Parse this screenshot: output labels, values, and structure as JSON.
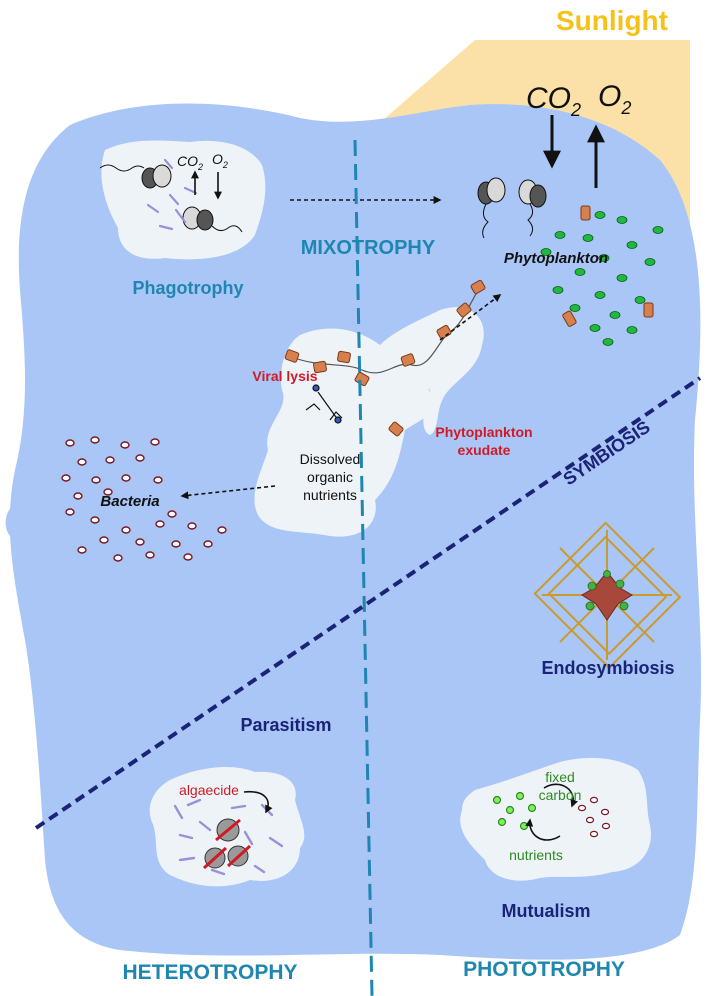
{
  "sunlight_label": "Sunlight",
  "gas": {
    "co2_base": "CO",
    "co2_sub": "2",
    "o2_base": "O",
    "o2_sub": "2"
  },
  "mode_labels": {
    "mixotrophy": "MIXOTROPHY",
    "symbiosis": "SYMBIOSIS",
    "heterotrophy": "HETEROTROPHY",
    "phototrophy": "PHOTOTROPHY"
  },
  "process_labels": {
    "phagotrophy": "Phagotrophy",
    "phytoplankton": "Phytoplankton",
    "bacteria": "Bacteria",
    "viral_lysis": "Viral lysis",
    "exudate_line1": "Phytoplankton",
    "exudate_line2": "exudate",
    "dom_line1": "Dissolved",
    "dom_line2": "organic",
    "dom_line3": "nutrients",
    "endosymbiosis": "Endosymbiosis",
    "parasitism": "Parasitism",
    "algaecide": "algaecide",
    "mutualism": "Mutualism",
    "fixed_line1": "fixed",
    "fixed_line2": "carbon",
    "nutrients": "nutrients"
  },
  "icons": [
    "sun-ray",
    "flagellate-cell",
    "bacterium",
    "diatom-chain",
    "virus",
    "radiolarian",
    "gas-exchange-arrows"
  ],
  "colors": {
    "ocean": "#a9c6f7",
    "blob": "#eef3f8",
    "sunlight": "#fbe1a8",
    "sun_text": "#f5c21b",
    "mixo": "#1f86b1",
    "navy": "#1b2378",
    "red": "#d01a26",
    "green": "#2f8a21",
    "diatom": "#d7804f"
  }
}
